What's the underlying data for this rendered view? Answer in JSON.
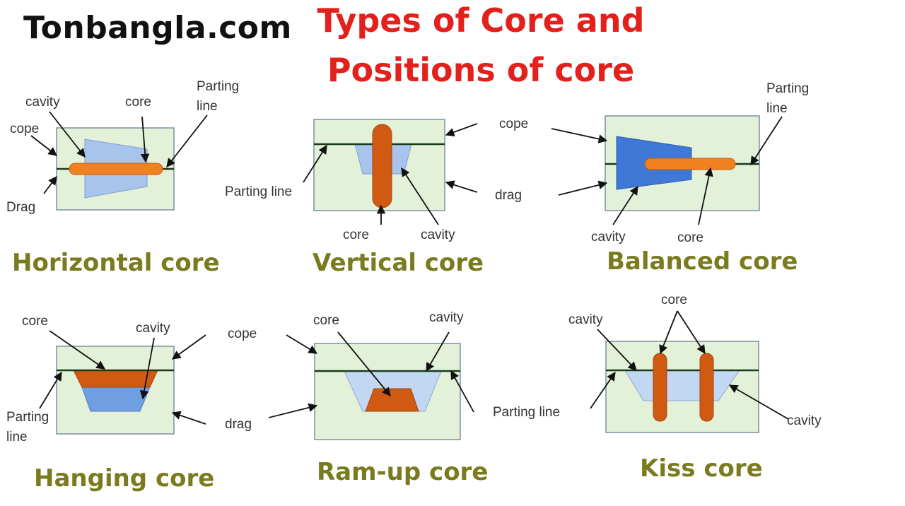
{
  "brand": "Tonbangla.com",
  "title": {
    "line1": "Types of Core and",
    "line2": "Positions of core"
  },
  "colors": {
    "title": "#e3201b",
    "caption": "#7a7a1e",
    "flask": "#e3f1d9",
    "cavity": "#a9c4ec",
    "cavity_dark": "#3f78d6",
    "core": "#f08020",
    "core_dark": "#d15a12"
  },
  "panels": {
    "horizontal": {
      "caption": "Horizontal core",
      "labels": {
        "cavity": "cavity",
        "core": "core",
        "cope": "cope",
        "drag": "Drag",
        "parting1": "Parting",
        "parting2": "line"
      }
    },
    "vertical": {
      "caption": "Vertical core",
      "labels": {
        "cope": "cope",
        "parting": "Parting line",
        "drag": "drag",
        "core": "core",
        "cavity": "cavity"
      }
    },
    "balanced": {
      "caption": "Balanced core",
      "labels": {
        "parting1": "Parting",
        "parting2": "line",
        "cavity": "cavity",
        "core": "core"
      }
    },
    "hanging": {
      "caption": "Hanging  core",
      "labels": {
        "core": "core",
        "cavity": "cavity",
        "parting1": "Parting",
        "parting2": "line"
      }
    },
    "ramup": {
      "caption": "Ram-up core",
      "labels": {
        "cope": "cope",
        "core": "core",
        "cavity": "cavity",
        "drag": "drag"
      }
    },
    "kiss": {
      "caption": "Kiss core",
      "labels": {
        "core": "core",
        "cavity1": "cavity",
        "parting": "Parting line",
        "cavity2": "cavity"
      }
    }
  }
}
